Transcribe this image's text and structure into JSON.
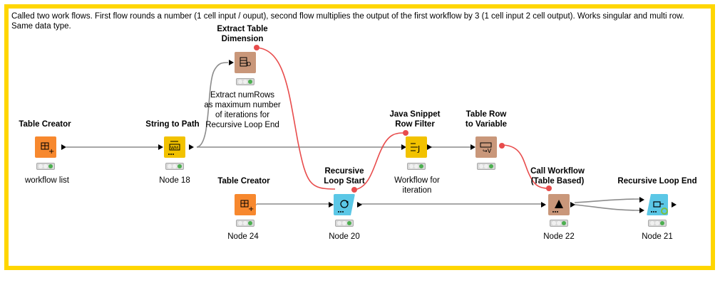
{
  "annotation": {
    "text": "Called two work flows. First flow rounds a number (1 cell input / ouput), second flow multiplies the output of the first workflow by 3 (1 cell input 2 cell output). Works singular and multi row. Same data type."
  },
  "nodes": {
    "table_creator_1": {
      "title": "Table Creator",
      "label": "workflow list",
      "icon": "table-creator-icon"
    },
    "string_to_path": {
      "title": "String to Path",
      "label": "Node 18",
      "icon": "string-to-path-icon"
    },
    "extract_table_dimension": {
      "title_line1": "Extract Table",
      "title_line2": "Dimension",
      "label_line1": "Extract numRows",
      "label_line2": "as maximum number",
      "label_line3": "of iterations for",
      "label_line4": "Recursive Loop End",
      "icon": "table-dimension-icon"
    },
    "table_creator_2": {
      "title": "Table Creator",
      "label": "Node 24",
      "icon": "table-creator-icon"
    },
    "recursive_loop_start": {
      "title_line1": "Recursive",
      "title_line2": "Loop Start",
      "label": "Node 20",
      "icon": "loop-start-icon"
    },
    "java_snippet_row_filter": {
      "title_line1": "Java Snippet",
      "title_line2": "Row Filter",
      "label_line1": "Workflow for",
      "label_line2": "iteration",
      "icon": "java-filter-icon"
    },
    "table_row_to_variable": {
      "title_line1": "Table Row",
      "title_line2": "to Variable",
      "icon": "row-to-variable-icon"
    },
    "call_workflow": {
      "title_line1": "Call Workflow",
      "title_line2": "(Table Based)",
      "label": "Node 22",
      "icon": "call-workflow-icon"
    },
    "recursive_loop_end": {
      "title": "Recursive Loop End",
      "label": "Node 21",
      "icon": "loop-end-icon"
    }
  },
  "colors": {
    "annotation_border": "#ffd600",
    "source_node": "#f7882e",
    "manipulator_node": "#f2c200",
    "other_node": "#c9977a",
    "loop_node": "#5bc7e6",
    "data_connection": "#8c8c8c",
    "variable_connection": "#e84c4c"
  }
}
